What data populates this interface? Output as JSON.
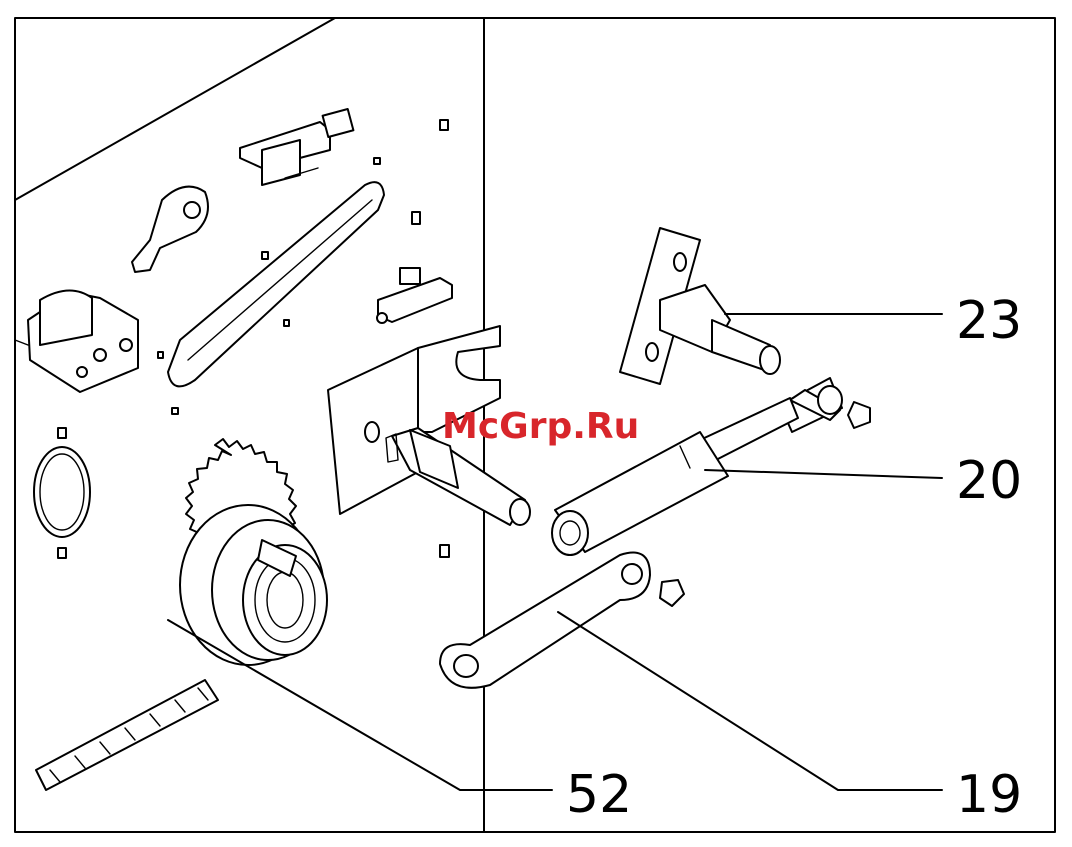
{
  "watermark": "McGrp.Ru",
  "callouts": [
    {
      "id": "23",
      "label": "23"
    },
    {
      "id": "20",
      "label": "20"
    },
    {
      "id": "52",
      "label": "52"
    },
    {
      "id": "19",
      "label": "19"
    }
  ],
  "colors": {
    "line": "#000000",
    "background": "#ffffff",
    "watermark": "#d8262b"
  }
}
